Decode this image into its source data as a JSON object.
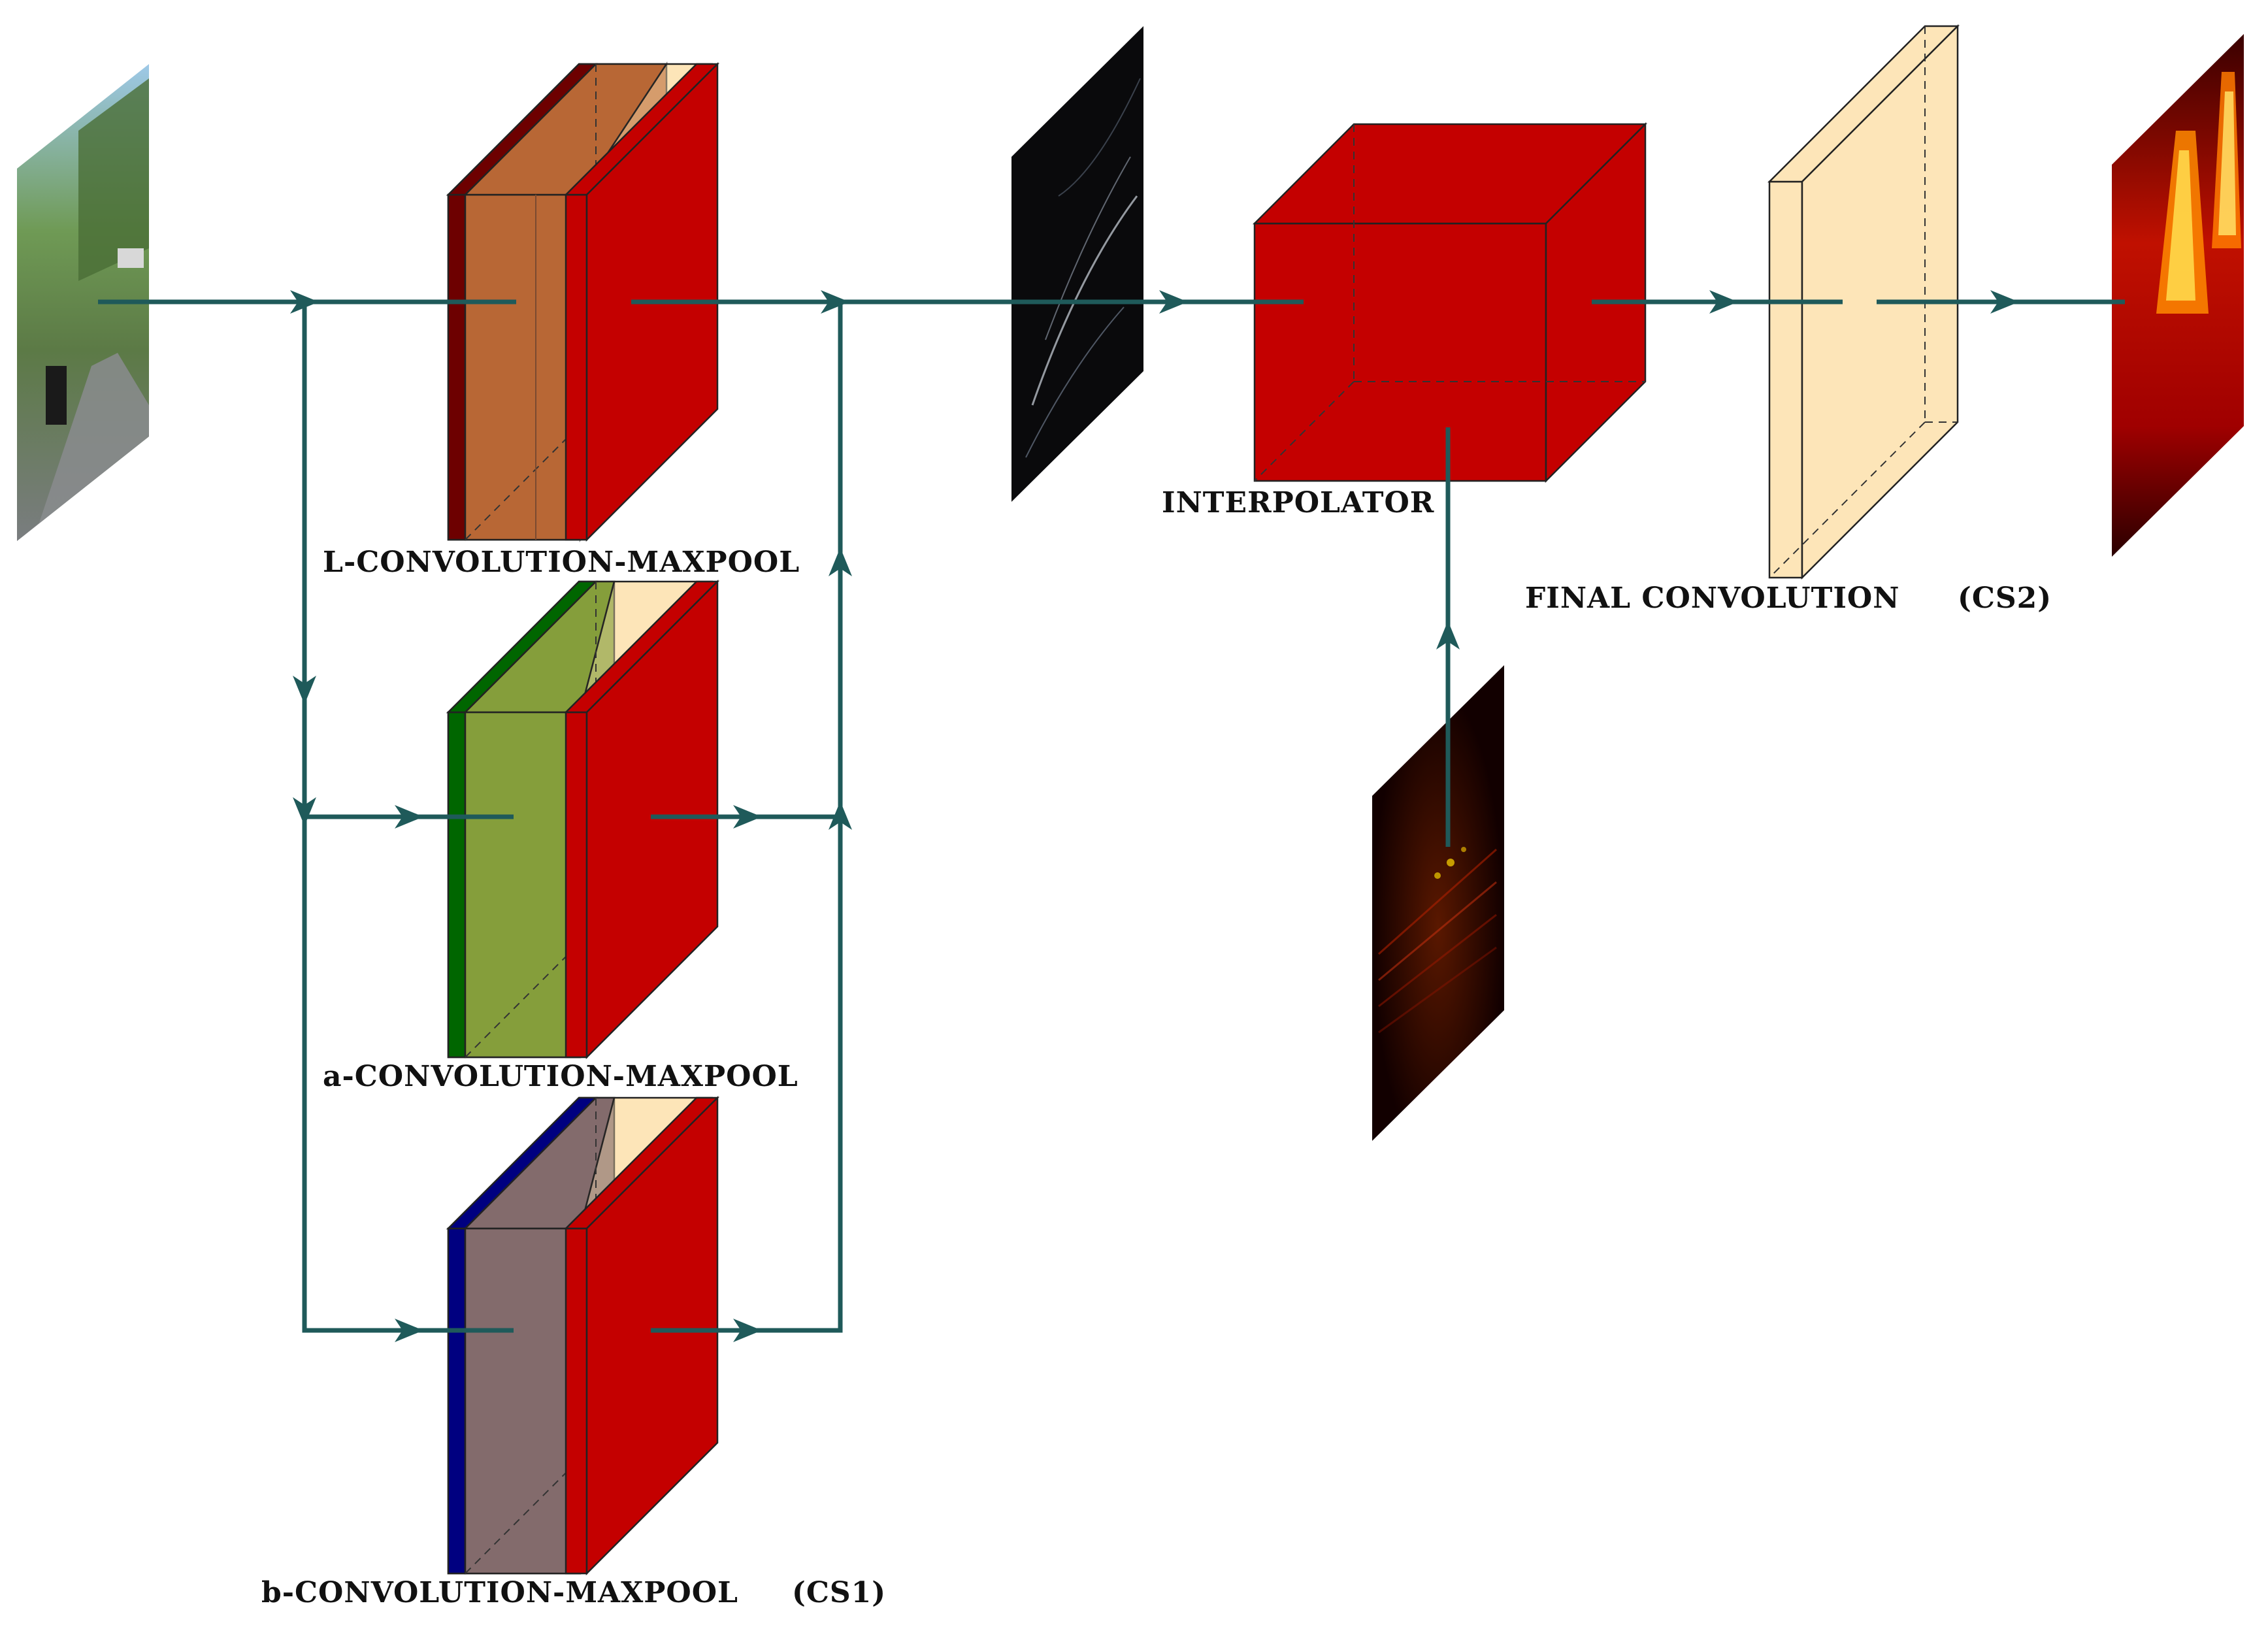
{
  "diagram": {
    "labels": {
      "l_conv": "L-CONVOLUTION-MAXPOOL",
      "a_conv": "a-CONVOLUTION-MAXPOOL",
      "b_conv": "b-CONVOLUTION-MAXPOOL",
      "cs1": "(CS1)",
      "interpolator": "INTERPOLATOR",
      "final_conv": "FINAL CONVOLUTION",
      "cs2": "(CS2)"
    },
    "colors": {
      "edge": "#1f5a5a",
      "block_red": "#c40000",
      "l_filter": "#b5612f",
      "l_edge": "#6d0000",
      "a_filter": "#7f9b35",
      "a_edge": "#006600",
      "b_filter": "#7d6568",
      "b_edge": "#000080",
      "cream": "#fde5b8"
    },
    "icons": [
      "street-photo-icon",
      "edge-map-icon",
      "depth-scan-icon",
      "heatmap-output-icon"
    ]
  }
}
